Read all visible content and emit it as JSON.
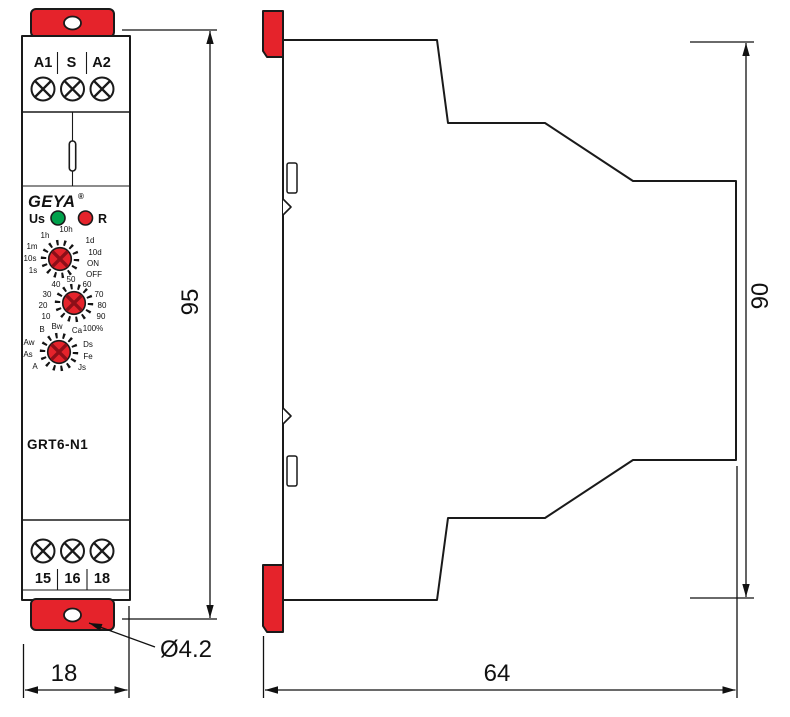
{
  "front": {
    "terminals_top": [
      "A1",
      "S",
      "A2"
    ],
    "terminals_bottom": [
      "15",
      "16",
      "18"
    ],
    "brand": "GEYA",
    "reg": "®",
    "led_power_label": "Us",
    "led_relay_label": "R",
    "model": "GRT6-N1",
    "dial_time_labels": [
      "1h",
      "10h",
      "1d",
      "10d",
      "ON",
      "OFF",
      "1m",
      "10s",
      "1s"
    ],
    "dial_scale_labels": [
      "40",
      "50",
      "60",
      "30",
      "70",
      "20",
      "80",
      "10",
      "90",
      "100%"
    ],
    "dial_function_labels": [
      "B",
      "Bw",
      "Ca",
      "Aw",
      "Ds",
      "As",
      "Fe",
      "A",
      "Js"
    ]
  },
  "dimensions": {
    "front_height_mm": "95",
    "side_height_mm": "90",
    "front_width_mm": "18",
    "side_depth_mm": "64",
    "hole_diameter": "Ø4.2"
  },
  "colors": {
    "accent_red": "#e5232b",
    "led_green": "#00a14b",
    "line": "#1a1a1a"
  }
}
